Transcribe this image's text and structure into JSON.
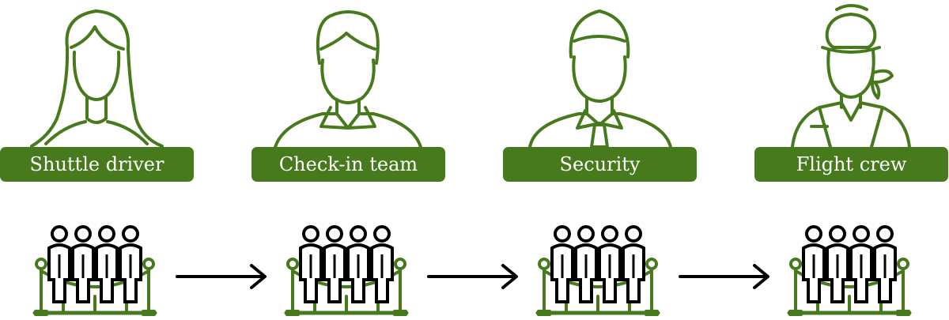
{
  "roles": [
    {
      "label": "Shuttle driver",
      "icon": "woman-long-hair-icon"
    },
    {
      "label": "Check-in team",
      "icon": "man-collared-shirt-icon"
    },
    {
      "label": "Security",
      "icon": "man-shirt-tie-icon"
    },
    {
      "label": "Flight crew",
      "icon": "flight-attendant-icon"
    }
  ],
  "queue_icon": "people-queue-barrier-icon",
  "arrow_icon": "right-arrow-icon",
  "colors": {
    "accent": "#477a1c",
    "label_text": "#ffffff",
    "queue_people": "#000000",
    "arrow": "#000000"
  }
}
